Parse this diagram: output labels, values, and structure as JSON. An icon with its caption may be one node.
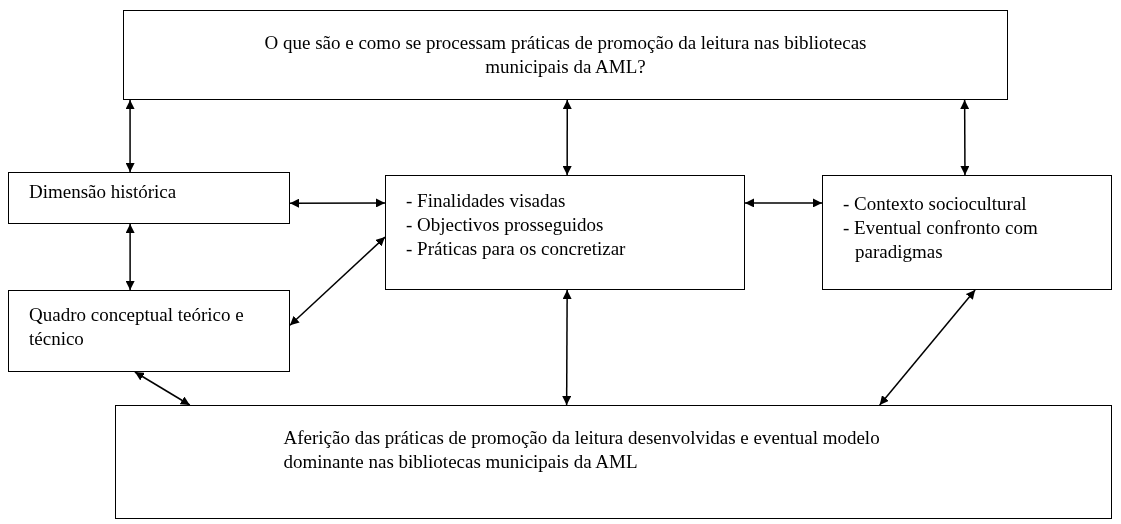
{
  "diagram": {
    "nodes": [
      {
        "text": [
          "O que são e como se processam práticas de promoção da leitura nas bibliotecas municipais da AML?"
        ]
      },
      {
        "text": [
          "Dimensão histórica"
        ]
      },
      {
        "text": [
          "- Finalidades visadas",
          "- Objectivos prosseguidos",
          "- Práticas para os concretizar"
        ]
      },
      {
        "text": [
          "- Contexto sociocultural",
          "- Eventual confronto com paradigmas"
        ]
      },
      {
        "text": [
          "Quadro conceptual teórico e técnico"
        ]
      },
      {
        "text": [
          "Aferição das práticas de promoção da leitura desenvolvidas e eventual modelo dominante nas bibliotecas municipais da AML"
        ]
      }
    ],
    "edges": [
      {
        "from": 0,
        "to": 1,
        "arrow": "both"
      },
      {
        "from": 0,
        "to": 2,
        "arrow": "both"
      },
      {
        "from": 0,
        "to": 3,
        "arrow": "both"
      },
      {
        "from": 1,
        "to": 2,
        "arrow": "both"
      },
      {
        "from": 2,
        "to": 3,
        "arrow": "both"
      },
      {
        "from": 1,
        "to": 4,
        "arrow": "both"
      },
      {
        "from": 4,
        "to": 2,
        "arrow": "both"
      },
      {
        "from": 4,
        "to": 5,
        "arrow": "both"
      },
      {
        "from": 2,
        "to": 5,
        "arrow": "both"
      },
      {
        "from": 3,
        "to": 5,
        "arrow": "both"
      }
    ]
  }
}
